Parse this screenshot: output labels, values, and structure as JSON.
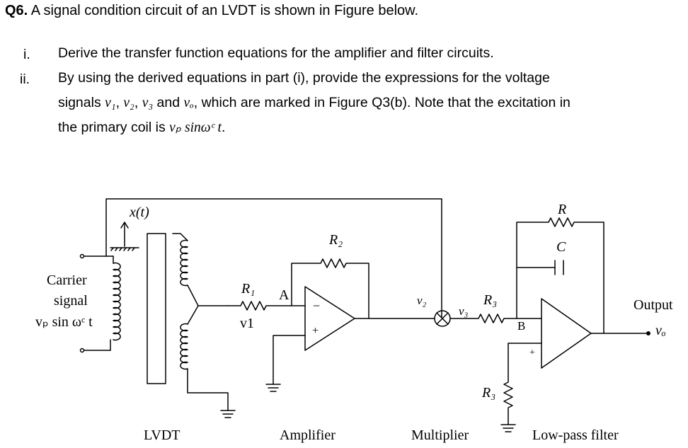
{
  "question": {
    "number": "Q6.",
    "text": "A signal condition circuit of an LVDT is shown in Figure below."
  },
  "parts": [
    {
      "numeral": "i.",
      "text": "Derive the transfer function equations for the amplifier and filter circuits."
    },
    {
      "numeral": "ii.",
      "line1": "By using the derived equations in part (i), provide the expressions for the voltage",
      "line2_prefix": "signals ",
      "v1": "v₁",
      "v2": "v₂",
      "v3": "v₃",
      "and": " and ",
      "vo": "vₒ",
      "line2_suffix": ", which are marked in Figure Q3(b). Note that the excitation in",
      "line3_prefix": "the primary coil is ",
      "excitation": "vₚ sinωᶜ t",
      "line3_suffix": "."
    }
  ],
  "figure": {
    "labels": {
      "carrier": "Carrier",
      "signal": "signal",
      "vp_sin": "vₚ sin ωᶜ t",
      "xt": "x(t)",
      "r1": "R₁",
      "a": "A",
      "v1": "v1",
      "r2": "R₂",
      "minus": "−",
      "plus": "+",
      "v2": "v₂",
      "v3": "v₃",
      "r3_top": "R₃",
      "r3_bottom": "R₃",
      "b": "B",
      "r": "R",
      "c": "C",
      "output": "Output",
      "vo": "vₒ",
      "lvdt": "LVDT",
      "amplifier": "Amplifier",
      "multiplier": "Multiplier",
      "lowpass": "Low-pass filter"
    }
  }
}
